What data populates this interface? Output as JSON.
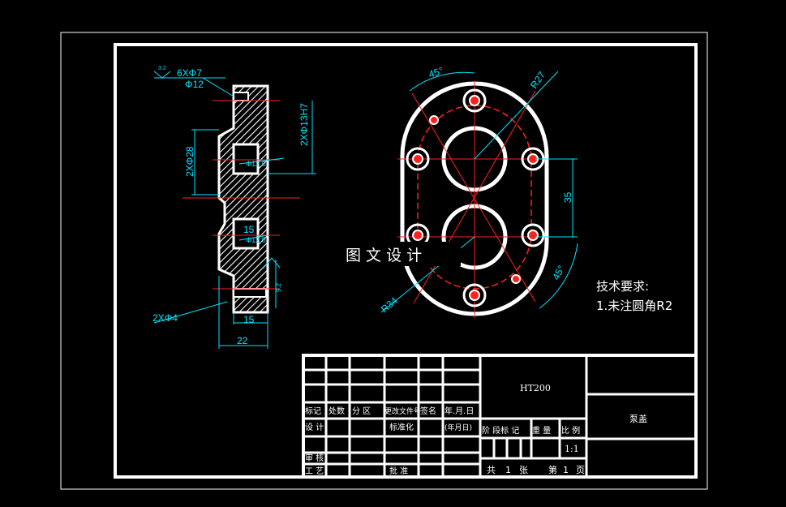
{
  "colors": {
    "background": "#000000",
    "outline": "#ffffff",
    "dimension": "#00e5ff",
    "centerline": "#ff2020"
  },
  "dims": {
    "hole_spec": "6XΦ7",
    "counterbore": "Φ12",
    "bore": "2XΦ13H7",
    "dia28": "2XΦ28",
    "d12_a": "Φ12.5",
    "d12_b": "Φ12.5",
    "w15_inner": "15",
    "depth": "9.2",
    "dia4": "2XΦ4",
    "w15": "15",
    "w22": "22",
    "ang45_top": "45°",
    "r27": "R27",
    "d35": "35",
    "ang45_bot": "45°",
    "r34": "R34",
    "rough": "3.2"
  },
  "watermark": "图 文 设 计",
  "tech": {
    "title": "技术要求:",
    "line1": "1.未注圆角R2"
  },
  "title_block": {
    "material": "HT200",
    "part_name": "泵盖",
    "r5": [
      "标记",
      "处数",
      "分 区",
      "更改文件号",
      "签名",
      "年.月.日"
    ],
    "r6": [
      "设 计",
      "",
      "",
      "标准化",
      "",
      "(年月日)"
    ],
    "r6_right": [
      "阶 段标 记",
      "重 量",
      "比 例"
    ],
    "scale": "1:1",
    "r8": [
      "审 核"
    ],
    "r9": [
      "工 艺",
      "",
      "",
      "批 准"
    ],
    "sheet": [
      "共",
      "1",
      "张",
      "第",
      "1",
      "页"
    ]
  }
}
